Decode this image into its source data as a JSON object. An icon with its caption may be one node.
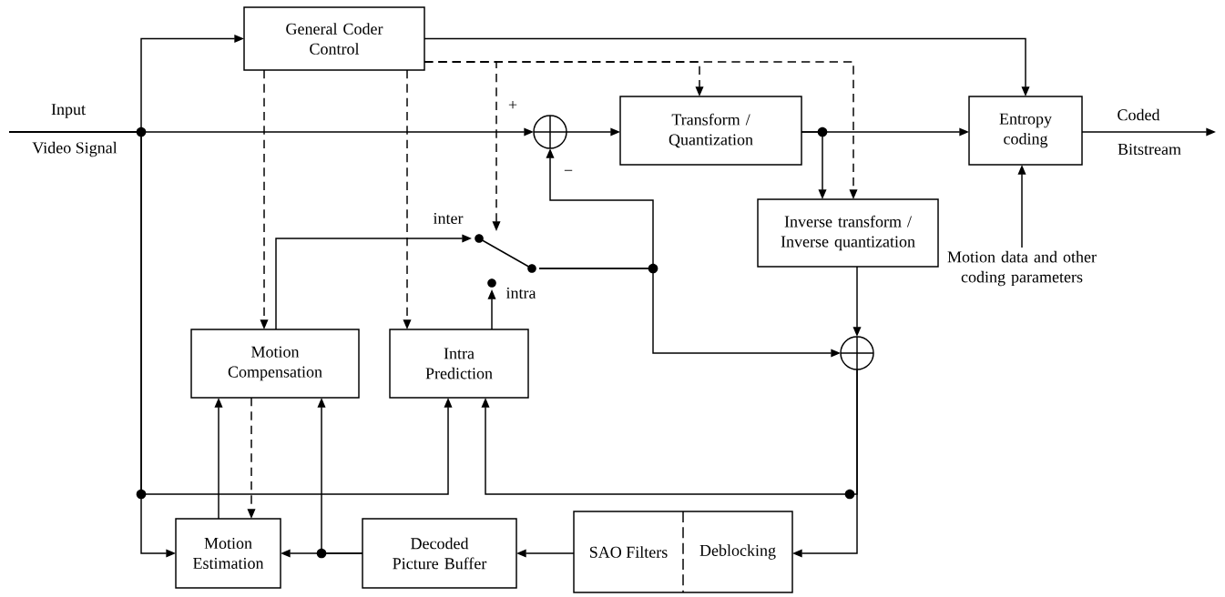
{
  "diagram": {
    "nodes": [
      {
        "text": [
          "General Coder Control"
        ]
      },
      {
        "text": [
          "Transform / Quantization"
        ]
      },
      {
        "text": [
          "Entropy coding"
        ]
      },
      {
        "text": [
          "Inverse transform / Inverse quantization"
        ]
      },
      {
        "text": [
          "Motion Compensation"
        ]
      },
      {
        "text": [
          "Intra Prediction"
        ]
      },
      {
        "text": [
          "Motion Estimation"
        ]
      },
      {
        "text": [
          "Decoded Picture Buffer"
        ]
      },
      {
        "text": [
          "SAO Filters",
          "Deblocking"
        ]
      },
      {
        "text": [],
        "shape": "circle"
      },
      {
        "text": [],
        "shape": "circle"
      },
      {
        "text": [],
        "shape": "picture",
        "beside": [
          "inter",
          "intra"
        ]
      },
      {
        "text": [
          "Motion data and other coding parameters"
        ]
      }
    ],
    "edges": [
      {
        "from": null,
        "to": 0,
        "arrow": "to"
      },
      {
        "from": null,
        "to": 9,
        "arrow": "to"
      },
      {
        "from": null,
        "to": 6,
        "arrow": "to"
      },
      {
        "from": null,
        "to": 5,
        "arrow": "to"
      },
      {
        "from": 0,
        "to": 2,
        "arrow": "to"
      },
      {
        "from": 0,
        "to": 1,
        "arrow": "to",
        "style": "dashed"
      },
      {
        "from": 0,
        "to": 3,
        "arrow": "to",
        "style": "dashed"
      },
      {
        "from": 0,
        "to": 11,
        "arrow": "to",
        "style": "dashed"
      },
      {
        "from": 0,
        "to": 4,
        "arrow": "to",
        "style": "dashed"
      },
      {
        "from": 0,
        "to": 5,
        "arrow": "to",
        "style": "dashed"
      },
      {
        "from": 9,
        "to": 1,
        "arrow": "to"
      },
      {
        "from": 1,
        "to": 2,
        "arrow": "to"
      },
      {
        "from": 1,
        "to": 3,
        "arrow": "to"
      },
      {
        "from": 2,
        "to": null,
        "arrow": "to"
      },
      {
        "from": 12,
        "to": 2,
        "arrow": "to"
      },
      {
        "from": 3,
        "to": 10,
        "arrow": "to"
      },
      {
        "from": 11,
        "to": 9,
        "arrow": "to"
      },
      {
        "from": 11,
        "to": 10,
        "arrow": "to"
      },
      {
        "from": 4,
        "to": 11,
        "arrow": "to"
      },
      {
        "from": 5,
        "to": 11,
        "arrow": "to"
      },
      {
        "from": 10,
        "to": 5,
        "arrow": "to"
      },
      {
        "from": 10,
        "to": 8,
        "arrow": "to"
      },
      {
        "from": 8,
        "to": 7,
        "arrow": "to"
      },
      {
        "from": 7,
        "to": 6,
        "arrow": "to"
      },
      {
        "from": 7,
        "to": 4,
        "arrow": "to"
      },
      {
        "from": 6,
        "to": 4,
        "arrow": "to"
      },
      {
        "from": 4,
        "to": 6,
        "arrow": "to",
        "style": "dashed"
      }
    ],
    "labels": [
      "Input",
      "Video Signal",
      "+",
      "−",
      "Coded",
      "Bitstream"
    ]
  }
}
